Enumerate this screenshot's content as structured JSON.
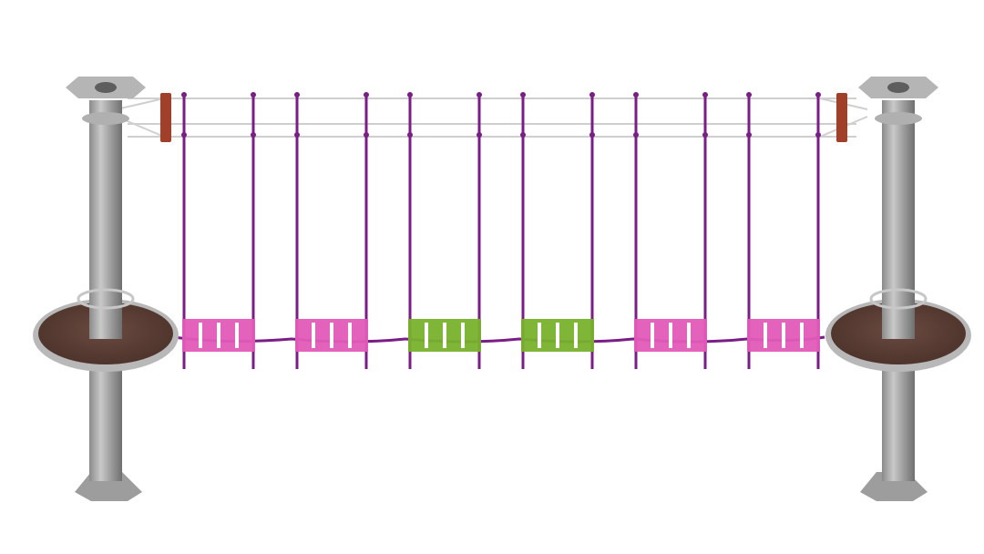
{
  "scene": {
    "subject": "rope-course-swinging-bridge",
    "colors": {
      "background": "#ffffff",
      "pole": "#a9a9a9",
      "pole_dark": "#7c7c7c",
      "platform": "#5a3e35",
      "platform_rim": "#b8b8b8",
      "rope": "#7a1d86",
      "cable": "#cfcfcf",
      "seat_pink": "#e25bb8",
      "seat_green": "#78b22c",
      "bracket": "#a0402a"
    },
    "swings": [
      {
        "color": "pink"
      },
      {
        "color": "pink"
      },
      {
        "color": "green"
      },
      {
        "color": "green"
      },
      {
        "color": "pink"
      },
      {
        "color": "pink"
      }
    ]
  }
}
